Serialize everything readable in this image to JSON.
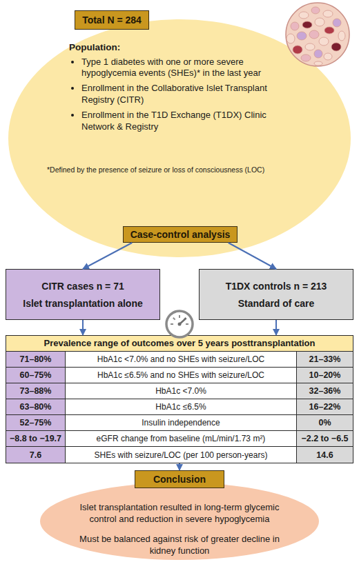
{
  "diagram": {
    "nodes": [
      {
        "text": [
          "Population:",
          "Type 1 diabetes with one or more severe hypoglycemia events (SHEs)* in the last year",
          "Enrollment in the Collaborative Islet Transplant Registry (CITR)",
          "Enrollment in the T1D Exchange (T1DX) Clinic Network & Registry",
          "*Defined by the presence of seizure or loss of consciousness (LOC)"
        ]
      },
      {
        "text": [
          "Total N = 284"
        ],
        "in": 0
      },
      {
        "text": [
          "Case-control analysis"
        ],
        "in": 0
      },
      {
        "text": [
          "CITR cases n = 71",
          "Islet transplantation alone"
        ]
      },
      {
        "text": [
          "T1DX controls n = 213",
          "Standard of care"
        ]
      },
      {
        "text": [
          "Prevalence range of outcomes over 5 years posttransplantation"
        ]
      },
      {
        "text": [
          "Islet transplantation resulted in long-term glycemic control and reduction in severe hypoglycemia",
          "Must be balanced against risk of greater decline in kidney function"
        ]
      },
      {
        "text": [
          "Conclusion"
        ],
        "in": 6
      }
    ],
    "edges": [
      {
        "from": 2,
        "to": 3,
        "arrow": "to"
      },
      {
        "from": 2,
        "to": 4,
        "arrow": "to"
      },
      {
        "from": 3,
        "to": 5,
        "arrow": "to"
      },
      {
        "from": 4,
        "to": 5,
        "arrow": "to"
      },
      {
        "from": 5,
        "to": 7,
        "arrow": "to"
      }
    ],
    "labels": [
      "71–80%",
      "HbA1c <7.0% and no SHEs with seizure/LOC",
      "21–33%",
      "60–75%",
      "HbA1c ≤6.5% and no SHEs with seizure/LOC",
      "10–20%",
      "73–88%",
      "HbA1c <7.0%",
      "32–36%",
      "63–80%",
      "HbA1c ≤6.5%",
      "16–22%",
      "52–75%",
      "Insulin independence",
      "0%",
      "−8.8 to −19.7",
      "eGFR change from baseline (mL/min/1.73 m²)",
      "−2.2 to −6.5",
      "7.6",
      "SHEs with seizure/LOC (per 100 person-years)",
      "14.6"
    ]
  }
}
